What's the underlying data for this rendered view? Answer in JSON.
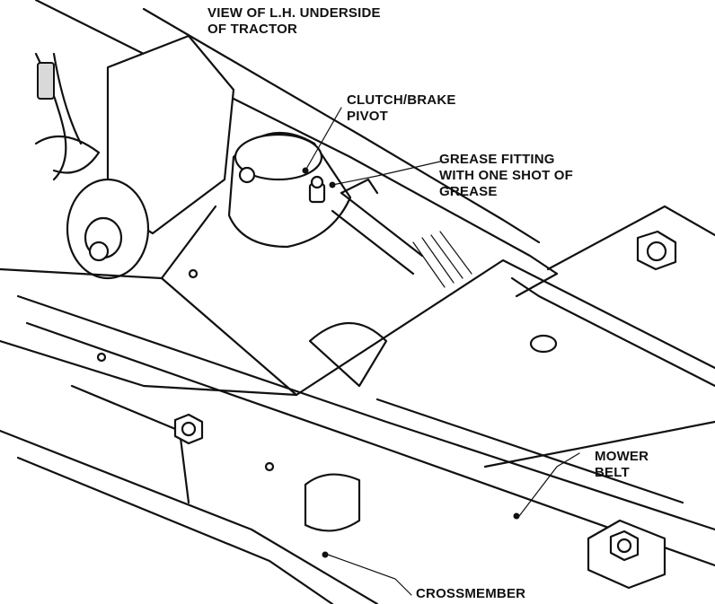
{
  "callouts": {
    "view_line1": "VIEW OF L.H. UNDERSIDE",
    "view_line2": "OF TRACTOR",
    "pivot_line1": "CLUTCH/BRAKE",
    "pivot_line2": "PIVOT",
    "grease_line1": "GREASE FITTING",
    "grease_line2": "WITH ONE SHOT OF",
    "grease_line3": "GREASE",
    "belt_line1": "MOWER",
    "belt_line2": "BELT",
    "crossmember": "CROSSMEMBER"
  }
}
